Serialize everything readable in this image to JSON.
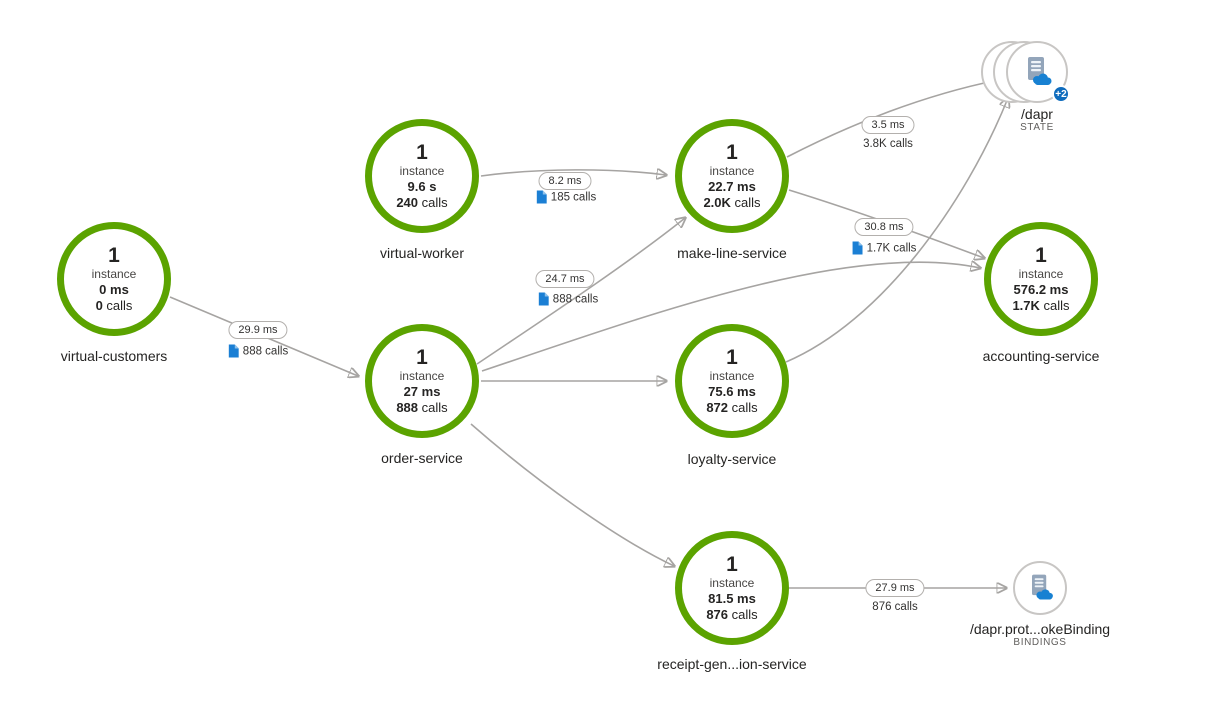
{
  "labels": {
    "instance_word": "instance",
    "calls_word": "calls"
  },
  "nodes": [
    {
      "name": "virtual-customers",
      "count": "1",
      "duration": "0 ms",
      "calls": "0"
    },
    {
      "name": "virtual-worker",
      "count": "1",
      "duration": "9.6 s",
      "calls": "240"
    },
    {
      "name": "make-line-service",
      "count": "1",
      "duration": "22.7 ms",
      "calls": "2.0K"
    },
    {
      "name": "order-service",
      "count": "1",
      "duration": "27 ms",
      "calls": "888"
    },
    {
      "name": "loyalty-service",
      "count": "1",
      "duration": "75.6 ms",
      "calls": "872"
    },
    {
      "name": "accounting-service",
      "count": "1",
      "duration": "576.2 ms",
      "calls": "1.7K"
    },
    {
      "name": "receipt-gen...ion-service",
      "count": "1",
      "duration": "81.5 ms",
      "calls": "876"
    }
  ],
  "dependency_nodes": [
    {
      "name": "/dapr",
      "type": "STATE",
      "badge": "+2"
    },
    {
      "name": "/dapr.prot...okeBinding",
      "type": "BINDINGS"
    }
  ],
  "edges": [
    {
      "from": "virtual-customers",
      "to": "order-service",
      "latency": "29.9 ms",
      "calls": "888 calls"
    },
    {
      "from": "virtual-worker",
      "to": "make-line-service",
      "latency": "8.2 ms",
      "calls": "185 calls"
    },
    {
      "from": "order-service",
      "to": "make-line-service",
      "latency": "24.7 ms",
      "calls": "888 calls"
    },
    {
      "from": "make-line-service",
      "to": "/dapr (STATE)",
      "latency": "3.5 ms",
      "calls": "3.8K calls"
    },
    {
      "from": "make-line-service",
      "to": "accounting-service",
      "latency": "30.8 ms",
      "calls": "1.7K calls"
    },
    {
      "from": "order-service",
      "to": "loyalty-service"
    },
    {
      "from": "order-service",
      "to": "receipt-gen...ion-service"
    },
    {
      "from": "order-service",
      "to": "accounting-service"
    },
    {
      "from": "loyalty-service",
      "to": "/dapr (STATE)"
    },
    {
      "from": "receipt-gen...ion-service",
      "to": "/dapr.prot...okeBinding (BINDINGS)",
      "latency": "27.9 ms",
      "calls": "876 calls"
    }
  ],
  "colors": {
    "node_ring": "#5ba300",
    "edge": "#a6a4a2",
    "dependency_blue": "#1881d2",
    "badge": "#0f6cbd"
  }
}
